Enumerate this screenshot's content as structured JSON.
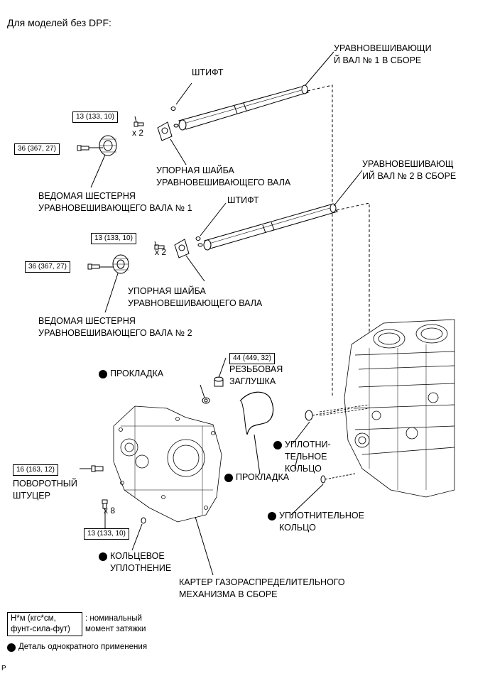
{
  "header": "Для моделей без DPF:",
  "labels": {
    "shaft1": [
      "УРАВНОВЕШИВАЮЩИ",
      "Й ВАЛ № 1 В СБОРЕ"
    ],
    "pin1": "ШТИФТ",
    "washer1": [
      "УПОРНАЯ ШАЙБА",
      "УРАВНОВЕШИВАЮЩЕГО ВАЛА"
    ],
    "gear1": [
      "ВЕДОМАЯ ШЕСТЕРНЯ",
      "УРАВНОВЕШИВАЮЩЕГО ВАЛА № 1"
    ],
    "shaft2": [
      "УРАВНОВЕШИВАЮЩ",
      "ИЙ ВАЛ № 2 В СБОРЕ"
    ],
    "pin2": "ШТИФТ",
    "washer2": [
      "УПОРНАЯ ШАЙБА",
      "УРАВНОВЕШИВАЮЩЕГО ВАЛА"
    ],
    "gear2": [
      "ВЕДОМАЯ ШЕСТЕРНЯ",
      "УРАВНОВЕШИВАЮЩЕГО ВАЛА № 2"
    ],
    "gasket_top": "ПРОКЛАДКА",
    "plug": [
      "РЕЗЬБОВАЯ",
      "ЗАГЛУШКА"
    ],
    "oring_side": [
      "УПЛОТНИ-",
      "ТЕЛЬНОЕ",
      "КОЛЬЦО"
    ],
    "gasket_mid": "ПРОКЛАДКА",
    "union": [
      "ПОВОРОТНЫЙ",
      "ШТУЦЕР"
    ],
    "oring_low": [
      "УПЛОТНИТЕЛЬНОЕ",
      "КОЛЬЦО"
    ],
    "oring_ring": [
      "КОЛЬЦЕВОЕ",
      "УПЛОТНЕНИЕ"
    ],
    "case": [
      "КАРТЕР ГАЗОРАСПРЕДЕЛИТЕЛЬНОГО",
      "МЕХАНИЗМА В СБОРЕ"
    ]
  },
  "torques": {
    "t1": "13 (133, 10)",
    "t2": "36 (367, 27)",
    "t3": "13 (133, 10)",
    "t4": "36 (367, 27)",
    "t5": "44 (449, 32)",
    "t6": "16 (163, 12)",
    "t7": "13 (133, 10)"
  },
  "quantities": {
    "q1": "x 2",
    "q2": "x 2",
    "q3": "x 8"
  },
  "legend": {
    "torque_unit": [
      "Н*м (кгс*см,",
      "фунт-сила-фут)"
    ],
    "torque_desc": [
      ": номинальный",
      "момент затяжки"
    ],
    "single_use": "Деталь однократного применения"
  },
  "footer_code": "P"
}
